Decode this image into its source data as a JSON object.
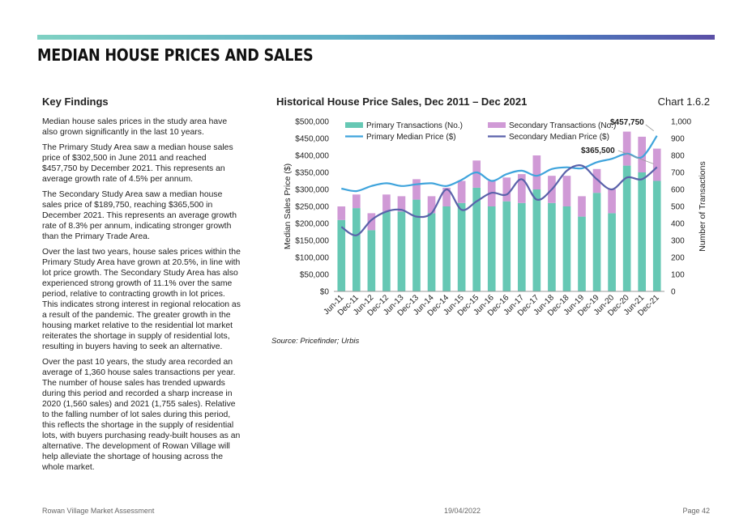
{
  "page": {
    "heading": "MEDIAN HOUSE PRICES AND SALES",
    "key_findings_title": "Key Findings",
    "paragraphs": [
      "Median house sales prices in the study area have also grown significantly in the last 10 years.",
      "The Primary Study Area saw a median house sales price of $302,500 in June 2011 and reached $457,750 by December 2021. This represents an average growth rate of 4.5% per annum.",
      "The Secondary Study Area saw a median house sales price of $189,750, reaching $365,500 in December 2021. This represents an average growth rate of 8.3% per annum, indicating stronger growth than the Primary Trade Area.",
      "Over the last two years, house sales prices within the Primary Study Area have grown at 20.5%, in line with lot price growth. The Secondary Study Area has also experienced strong growth of 11.1% over the same period, relative to contracting growth in lot prices. This indicates strong interest in regional relocation as a result of the pandemic. The greater growth in the housing market relative to the residential lot market reiterates the shortage in supply of residential lots, resulting in buyers having to seek an alternative.",
      "Over the past 10 years, the study area recorded an average of 1,360 house sales transactions per year. The number of house sales has trended upwards during this period and recorded a sharp increase in 2020 (1,560 sales) and 2021 (1,755 sales). Relative to the falling number of lot sales during this period, this reflects the shortage in the supply of residential lots, with buyers purchasing ready-built houses as an alternative. The development of Rowan Village will help alleviate the shortage of housing across the whole market."
    ],
    "chart_heading": "Historical House Price Sales, Dec 2011 – Dec 2021",
    "chart_number": "Chart 1.6.2",
    "source": "Source: Pricefinder; Urbis",
    "footer_left": "Rowan Village Market Assessment",
    "footer_date": "19/04/2022",
    "footer_page": "Page 42"
  },
  "colors": {
    "primary_bar": "#66c8b4",
    "secondary_bar": "#d09ad6",
    "primary_line": "#3fa4dc",
    "secondary_line": "#5a62aa",
    "top_bar_start": "#7fd1c3",
    "top_bar_end": "#5b4fa6"
  },
  "chart_data": {
    "type": "bar",
    "title": "Historical House Price Sales, Dec 2011 – Dec 2021",
    "ylabel": "Median Sales Price ($)",
    "y2label": "Number of Transactions",
    "ylim": [
      0,
      500000
    ],
    "y2lim": [
      0,
      1000
    ],
    "y_ticks": [
      "$0",
      "$50,000",
      "$100,000",
      "$150,000",
      "$200,000",
      "$250,000",
      "$300,000",
      "$350,000",
      "$400,000",
      "$450,000",
      "$500,000"
    ],
    "y2_ticks": [
      "0",
      "100",
      "200",
      "300",
      "400",
      "500",
      "600",
      "700",
      "800",
      "900",
      "1,000"
    ],
    "categories": [
      "Jun-11",
      "Dec-11",
      "Jun-12",
      "Dec-12",
      "Jun-13",
      "Dec-13",
      "Jun-14",
      "Dec-14",
      "Jun-15",
      "Dec-15",
      "Jun-16",
      "Dec-16",
      "Jun-17",
      "Dec-17",
      "Jun-18",
      "Dec-18",
      "Jun-19",
      "Dec-19",
      "Jun-20",
      "Dec-20",
      "Jun-21",
      "Dec-21"
    ],
    "legend_position": "top",
    "series": [
      {
        "name": "Primary Transactions (No.)",
        "kind": "bar",
        "axis": "y2",
        "values": [
          420,
          490,
          360,
          470,
          470,
          540,
          460,
          500,
          520,
          610,
          500,
          530,
          520,
          600,
          520,
          500,
          440,
          580,
          460,
          740,
          700,
          650
        ]
      },
      {
        "name": "Secondary Transactions (No.)",
        "kind": "bar",
        "axis": "y2",
        "values": [
          80,
          80,
          100,
          100,
          90,
          120,
          100,
          110,
          130,
          160,
          150,
          140,
          170,
          200,
          160,
          180,
          120,
          140,
          140,
          200,
          210,
          190
        ]
      },
      {
        "name": "Primary Median Price ($)",
        "kind": "line",
        "axis": "y",
        "values": [
          302500,
          295000,
          310000,
          318000,
          310000,
          315000,
          318000,
          310000,
          328000,
          350000,
          325000,
          345000,
          355000,
          340000,
          360000,
          365000,
          362000,
          380000,
          390000,
          405000,
          395000,
          457750
        ]
      },
      {
        "name": "Secondary Median Price ($)",
        "kind": "line",
        "axis": "y",
        "values": [
          189750,
          165000,
          210000,
          235000,
          240000,
          220000,
          230000,
          300000,
          240000,
          265000,
          290000,
          285000,
          330000,
          270000,
          300000,
          355000,
          370000,
          330000,
          300000,
          335000,
          330000,
          365500
        ]
      }
    ],
    "annotations": [
      {
        "text": "$457,750",
        "series": "Primary Median Price ($)",
        "category": "Dec-21"
      },
      {
        "text": "$365,500",
        "series": "Secondary Median Price ($)",
        "category": "Dec-21"
      }
    ]
  }
}
